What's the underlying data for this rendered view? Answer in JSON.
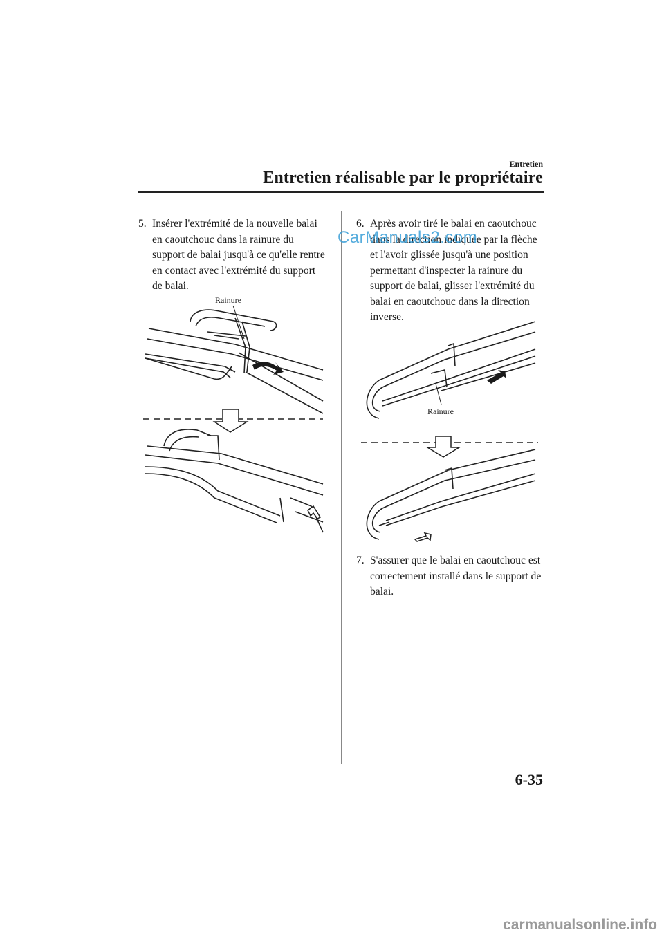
{
  "header": {
    "section": "Entretien",
    "title": "Entretien réalisable par le propriétaire"
  },
  "left_column": {
    "step5": {
      "number": "5.",
      "text": "Insérer l'extrémité de la nouvelle balai en caoutchouc dans la rainure du support de balai jusqu'à ce qu'elle rentre en contact avec l'extrémité du support de balai."
    },
    "figure_label": "Rainure"
  },
  "right_column": {
    "step6": {
      "number": "6.",
      "text": "Après avoir tiré le balai en caoutchouc dans la direction indiquée par la flèche et l'avoir glissée jusqu'à une position permettant d'inspecter la rainure du support de balai, glisser l'extrémité du balai en caoutchouc dans la direction inverse."
    },
    "figure_label": "Rainure",
    "step7": {
      "number": "7.",
      "text": "S'assurer que le balai en caoutchouc est correctement installé dans le support de balai."
    }
  },
  "footer": {
    "page_number": "6-35",
    "watermark_top": "CarManuals2.com",
    "watermark_bottom": "carmanualsonline.info"
  }
}
